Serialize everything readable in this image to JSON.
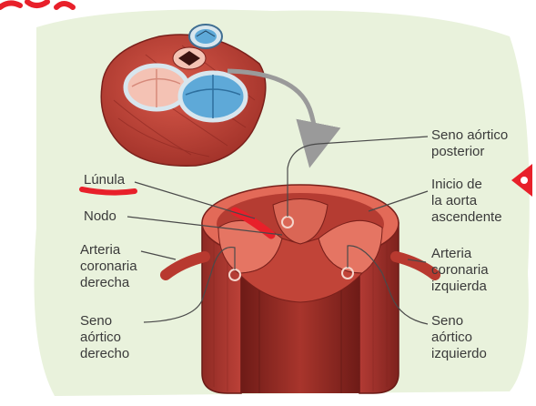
{
  "labels": {
    "seno_aortico_posterior": "Seno aórtico\nposterior",
    "inicio_aorta": "Inicio de\nla aorta\nascendente",
    "arteria_coronaria_izquierda": "Arteria\ncoronaria\nizquierda",
    "seno_aortico_izquierdo": "Seno\naórtico\nizquierdo",
    "lunula": "Lúnula",
    "nodo": "Nodo",
    "arteria_coronaria_derecha": "Arteria\ncoronaria\nderecha",
    "seno_aortico_derecho": "Seno\naórtico\nderecho"
  },
  "colors": {
    "background": "#ffffff",
    "panel": "#e8f1d8",
    "muscle": "#c0463c",
    "muscle_dark": "#8e2a24",
    "muscle_light": "#e07a6a",
    "valve_blue": "#5ea9d8",
    "valve_pink": "#f0b6a6",
    "annotation_red": "#e8202a",
    "leader_line": "#4a4a4a",
    "arrow": "#9a9a9a"
  }
}
